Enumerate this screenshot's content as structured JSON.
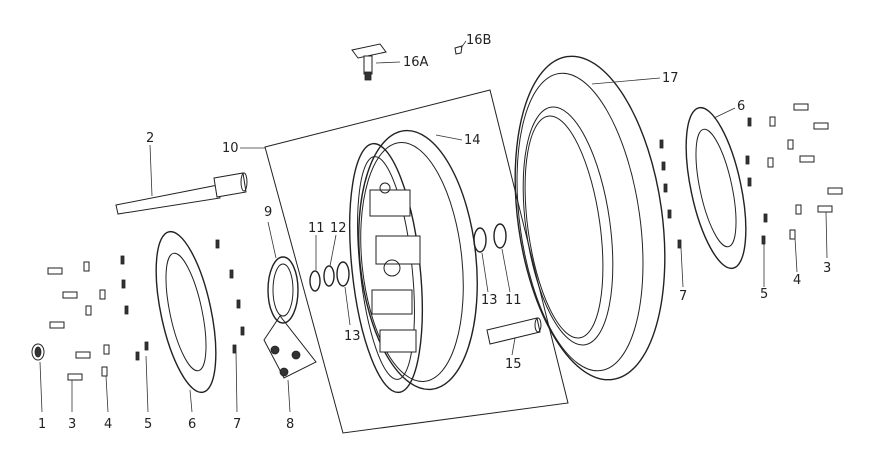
{
  "diagram": {
    "labels": {
      "l1": "1",
      "l2": "2",
      "l3a": "3",
      "l3b": "3",
      "l4a": "4",
      "l4b": "4",
      "l5a": "5",
      "l5b": "5",
      "l6a": "6",
      "l6b": "6",
      "l7a": "7",
      "l7b": "7",
      "l8": "8",
      "l9": "9",
      "l10": "10",
      "l11a": "11",
      "l11b": "11",
      "l12": "12",
      "l13a": "13",
      "l13b": "13",
      "l14": "14",
      "l15": "15",
      "l16a": "16A",
      "l16b": "16B",
      "l17": "17"
    }
  }
}
